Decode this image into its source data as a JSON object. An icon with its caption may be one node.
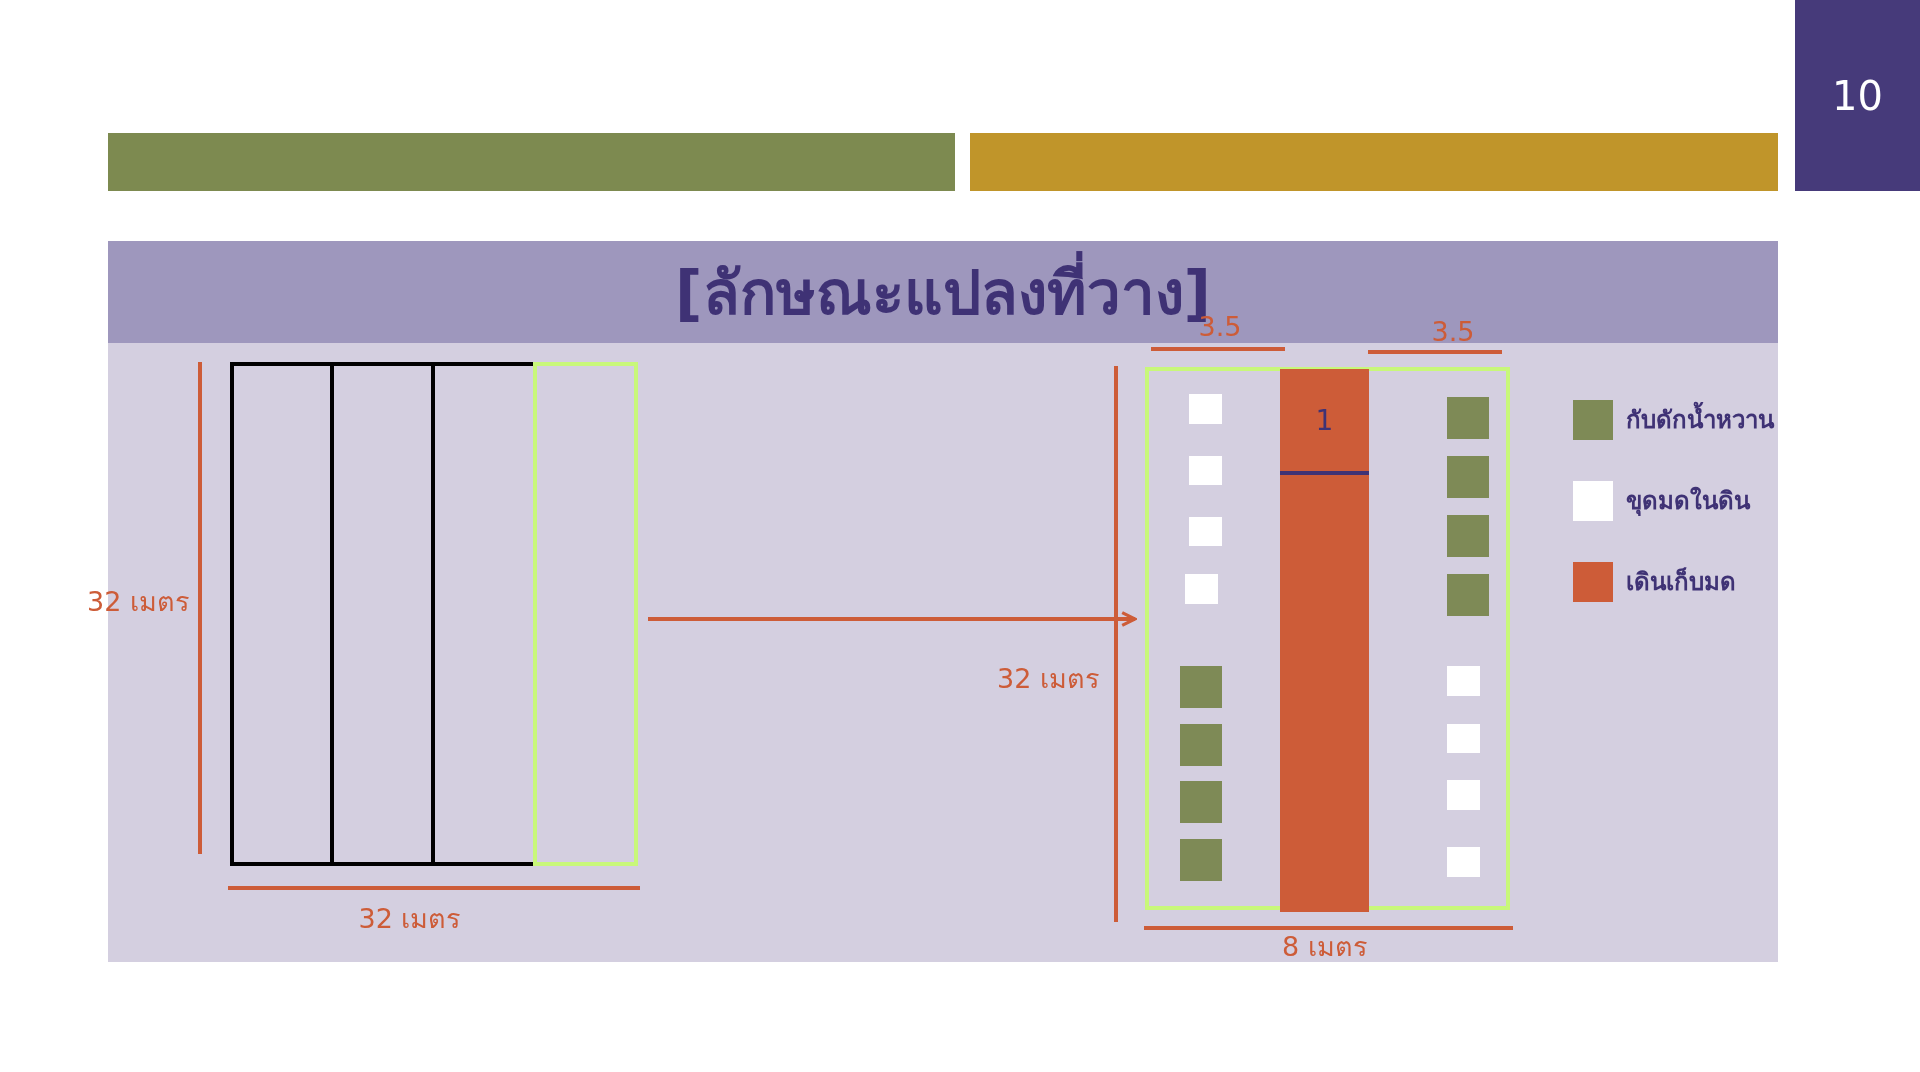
{
  "diagram": {
    "title": "[ลักษณะแปลงที่วาง]",
    "nodes": [
      {
        "text": [],
        "shape": "box"
      },
      {
        "text": [],
        "shape": "box"
      },
      {
        "text": [
          "1"
        ],
        "in": 1
      }
    ],
    "edges": [
      {
        "from": 0,
        "to": 1,
        "arrow": "to"
      }
    ],
    "labels": [
      "10",
      "3.5",
      "3.5",
      "32 เมตร",
      "32 เมตร",
      "32 เมตร",
      "8 เมตร"
    ],
    "legend": [
      {
        "text": "กับดักน้ำหวาน",
        "color": "#7e8a56"
      },
      {
        "text": "ขุดมดในดิน",
        "color": "#ffffff"
      },
      {
        "text": "เดินเก็บมด",
        "color": "#cd5c38"
      }
    ]
  }
}
